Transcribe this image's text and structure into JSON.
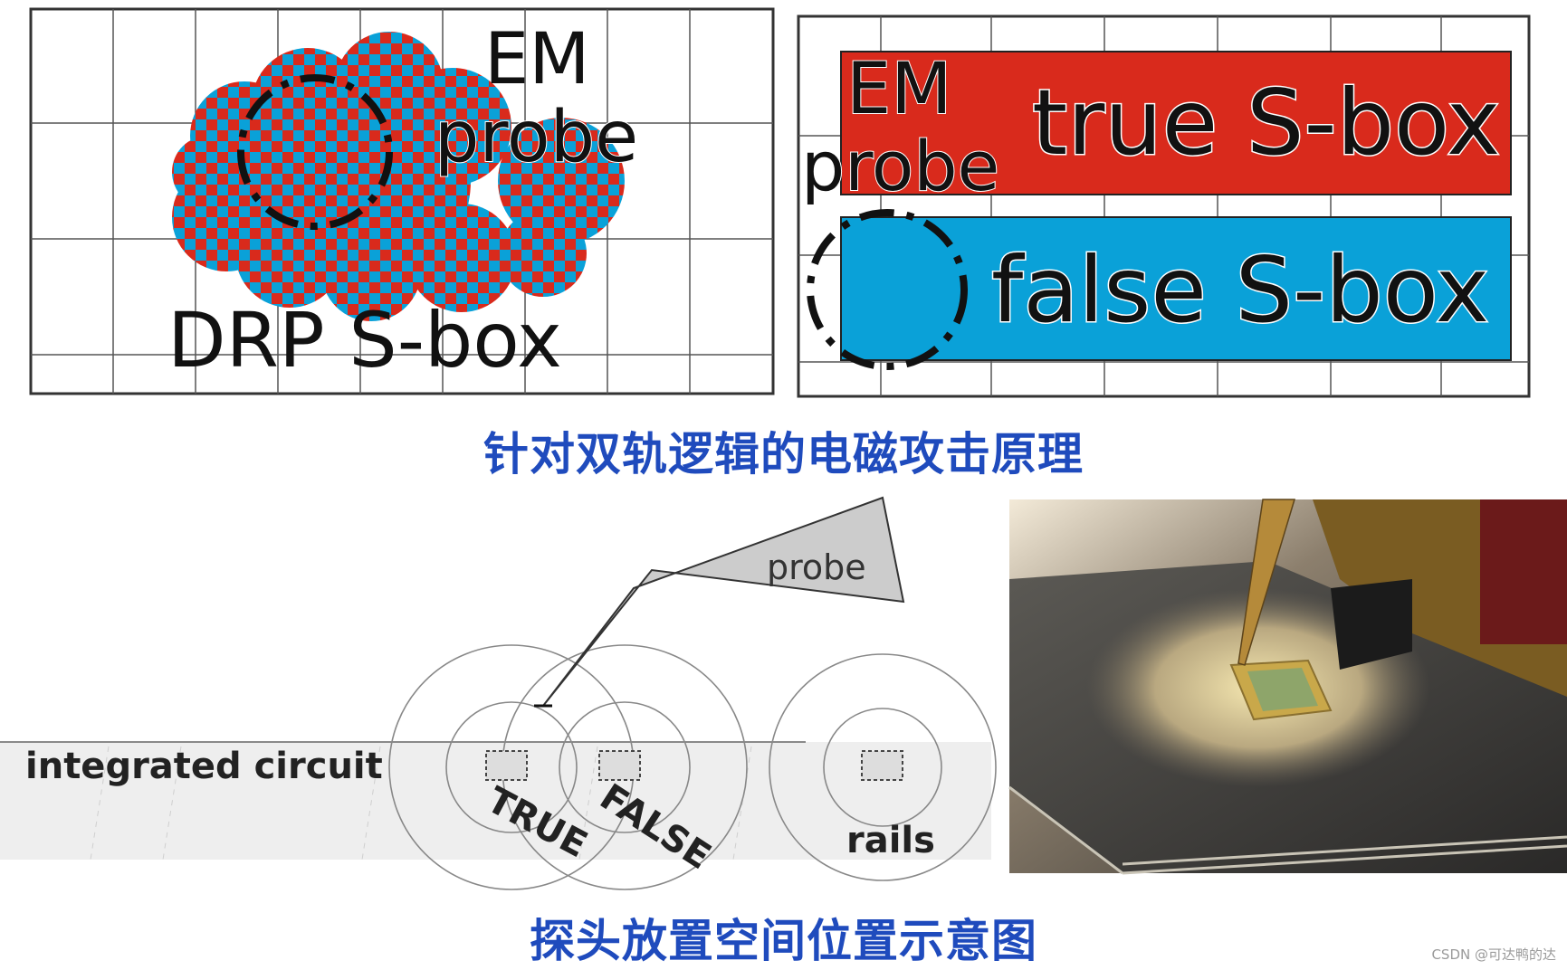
{
  "colors": {
    "red": "#d92a1c",
    "blue": "#0aa1d8",
    "caption": "#1f4bbd",
    "ic_gray": "#eeeeee",
    "probe_gray": "#cccccc"
  },
  "panel_left": {
    "em_label": "EM",
    "probe_label": "probe",
    "sbox_label": "DRP S-box"
  },
  "panel_right": {
    "em_label": "EM",
    "probe_label": "probe",
    "true_label": "true S-box",
    "false_label": "false S-box"
  },
  "caption_top": "针对双轨逻辑的电磁攻击原理",
  "bottom_diagram": {
    "probe_label": "probe",
    "ic_label": "integrated circuit",
    "true_label": "TRUE",
    "false_label": "FALSE",
    "rails_label": "rails"
  },
  "caption_bottom": "探头放置空间位置示意图",
  "watermark": "CSDN @可达鸭的达"
}
